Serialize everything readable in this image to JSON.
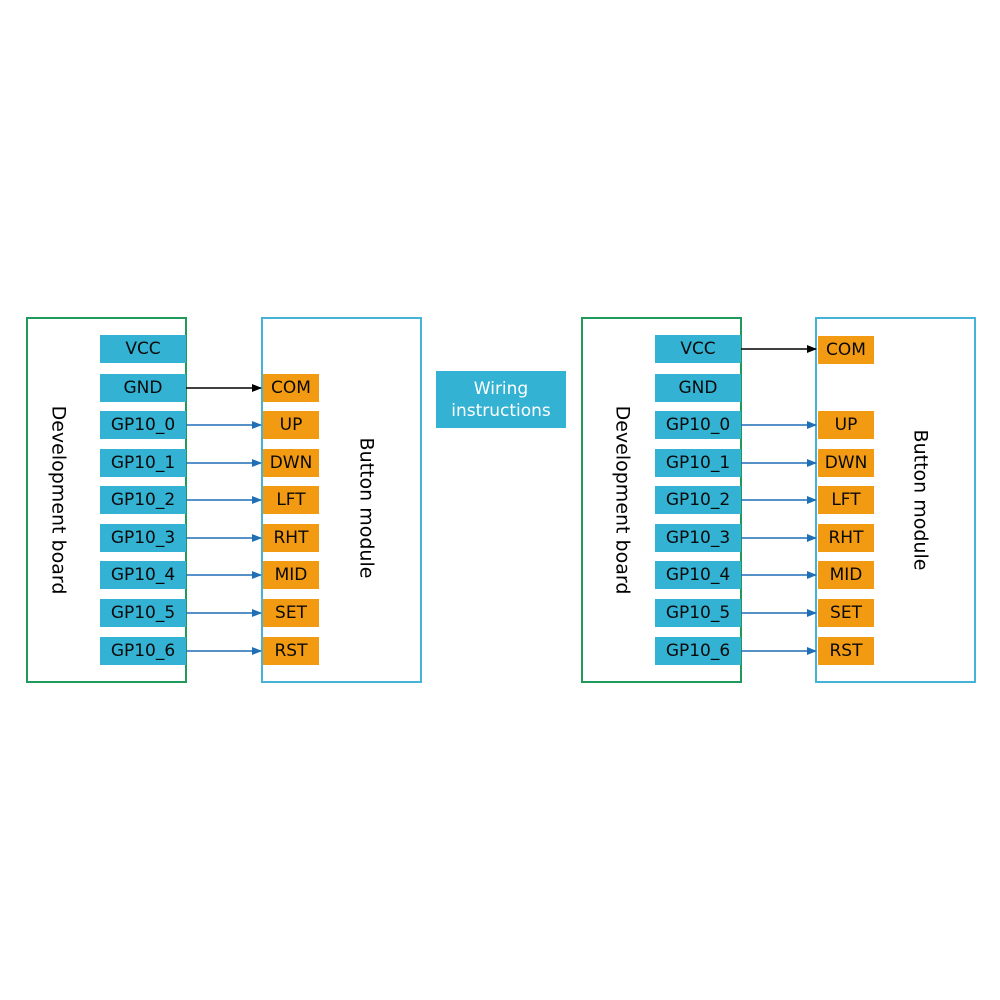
{
  "center_label": {
    "line1": "Wiring",
    "line2": "instructions"
  },
  "colors": {
    "dev_board_border": "#1f9a5a",
    "module_border": "#46b3d6",
    "pin_blue": "#33b2d3",
    "pin_orange": "#f29a12",
    "wire_blue": "#1f6fb6",
    "wire_black": "#000000"
  },
  "diagrams": [
    {
      "dev_board_label": "Development board",
      "module_label": "Button module",
      "board_pins": [
        "VCC",
        "GND",
        "GP10_0",
        "GP10_1",
        "GP10_2",
        "GP10_3",
        "GP10_4",
        "GP10_5",
        "GP10_6"
      ],
      "module_pins": [
        null,
        "COM",
        "UP",
        "DWN",
        "LFT",
        "RHT",
        "MID",
        "SET",
        "RST"
      ]
    },
    {
      "dev_board_label": "Development board",
      "module_label": "Button module",
      "board_pins": [
        "VCC",
        "GND",
        "GP10_0",
        "GP10_1",
        "GP10_2",
        "GP10_3",
        "GP10_4",
        "GP10_5",
        "GP10_6"
      ],
      "module_pins": [
        "COM",
        null,
        "UP",
        "DWN",
        "LFT",
        "RHT",
        "MID",
        "SET",
        "RST"
      ]
    }
  ]
}
